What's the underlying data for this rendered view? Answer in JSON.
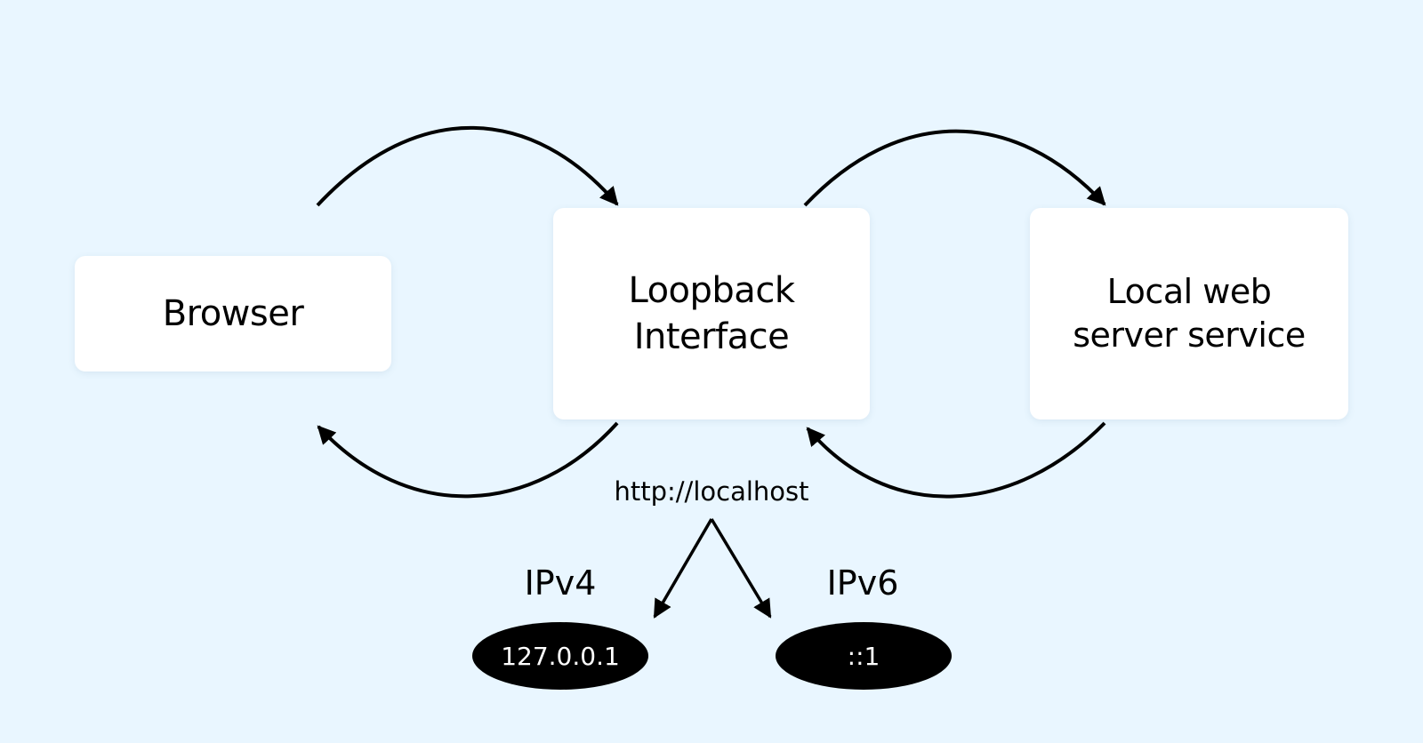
{
  "nodes": {
    "browser": "Browser",
    "loopback": "Loopback\nInterface",
    "server": "Local web\nserver service"
  },
  "url": "http://localhost",
  "ip_versions": {
    "ipv4": {
      "label": "IPv4",
      "address": "127.0.0.1"
    },
    "ipv6": {
      "label": "IPv6",
      "address": "::1"
    }
  },
  "colors": {
    "background": "#e9f6ff",
    "box": "#ffffff",
    "arrow": "#000000",
    "ellipse": "#000000",
    "ellipse_text": "#ffffff"
  }
}
